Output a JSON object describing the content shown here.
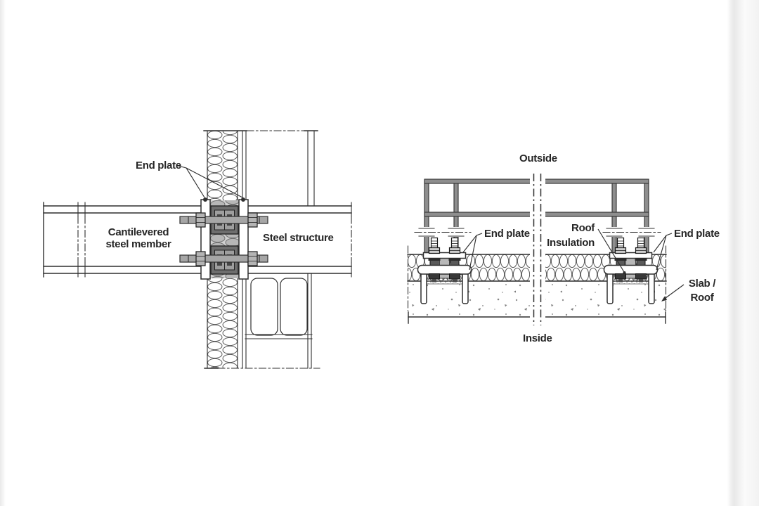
{
  "colors": {
    "background": "#ffffff",
    "ink": "#2f2f2f",
    "label": "#262626",
    "rail_gray": "#8e8e8e",
    "steel_gray": "#a6a6a6",
    "block_gray": "#6e6e6e"
  },
  "left": {
    "end_plate": "End plate",
    "member_line1": "Cantilevered",
    "member_line2": "steel member",
    "structure": "Steel structure"
  },
  "right": {
    "outside": "Outside",
    "inside": "Inside",
    "end_plate_left": "End plate",
    "end_plate_right": "End plate",
    "roof_ins_line1": "Roof",
    "roof_ins_line2": "Insulation",
    "slab_line1": "Slab /",
    "slab_line2": "Roof"
  }
}
